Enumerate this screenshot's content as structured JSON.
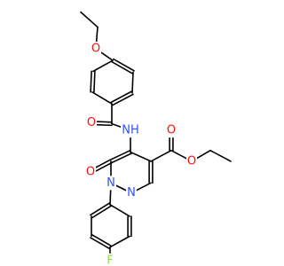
{
  "atoms": {
    "O_ether": {
      "label": "O",
      "color": "#ff0d0d"
    },
    "O_amide": {
      "label": "O",
      "color": "#ff0d0d"
    },
    "N_amide": {
      "label": "NH",
      "color": "#3050f8"
    },
    "O_ester_carbonyl": {
      "label": "O",
      "color": "#ff0d0d"
    },
    "O_ester": {
      "label": "O",
      "color": "#ff0d0d"
    },
    "O_ring": {
      "label": "O",
      "color": "#ff0d0d"
    },
    "N1": {
      "label": "N",
      "color": "#3050f8"
    },
    "N2": {
      "label": "N",
      "color": "#3050f8"
    },
    "F": {
      "label": "F",
      "color": "#90e050"
    }
  }
}
